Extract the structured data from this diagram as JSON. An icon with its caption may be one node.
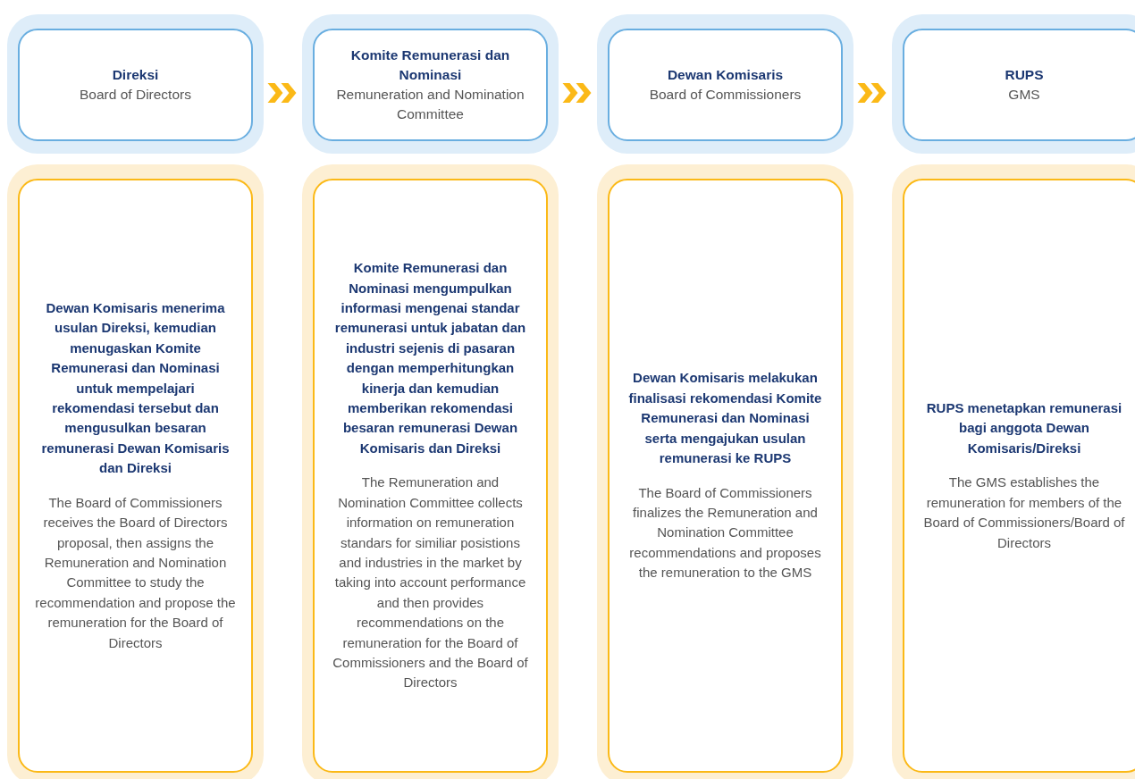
{
  "diagram": {
    "nodes": [
      {
        "text": [
          "Direksi",
          "Board of Directors"
        ]
      },
      {
        "text": [
          "Komite Remunerasi dan Nominasi",
          "Remuneration and Nomination Committee"
        ]
      },
      {
        "text": [
          "Dewan Komisaris",
          "Board of Commissioners"
        ]
      },
      {
        "text": [
          "RUPS",
          "GMS"
        ]
      },
      {
        "text": [
          "Dewan Komisaris menerima usulan Direksi, kemudian menugaskan Komite Remunerasi dan Nominasi untuk mempelajari rekomendasi tersebut dan mengusulkan besaran remunerasi Dewan Komisaris dan Direksi",
          "The Board of Commissioners receives the Board of Directors proposal, then assigns the Remuneration and Nomination Committee to study the recommendation and propose the remuneration for the Board of Directors"
        ]
      },
      {
        "text": [
          "Komite Remunerasi dan Nominasi mengumpulkan informasi mengenai standar remunerasi untuk jabatan dan industri sejenis di pasaran dengan memperhitungkan kinerja dan kemudian memberikan rekomendasi besaran remunerasi Dewan Komisaris dan Direksi",
          "The Remuneration and Nomination Committee collects information on remuneration standars for similiar posistions and industries in the market by taking into account performance and then provides recommendations on the remuneration for the Board of Commissioners and the Board of Directors"
        ]
      },
      {
        "text": [
          "Dewan Komisaris melakukan finalisasi rekomendasi Komite Remunerasi dan Nominasi serta mengajukan usulan remunerasi ke RUPS",
          "The Board of Commissioners finalizes the Remuneration and Nomination Committee recommendations and proposes the remuneration to the GMS"
        ]
      },
      {
        "text": [
          "RUPS menetapkan remunerasi bagi anggota Dewan Komisaris/Direksi",
          "The GMS establishes the remuneration for members of the Board of Commissioners/Board of Directors"
        ]
      }
    ],
    "edges": [
      {
        "from": 0,
        "to": 1,
        "arrow": "to"
      },
      {
        "from": 1,
        "to": 2,
        "arrow": "to"
      },
      {
        "from": 2,
        "to": 3,
        "arrow": "to"
      }
    ]
  }
}
